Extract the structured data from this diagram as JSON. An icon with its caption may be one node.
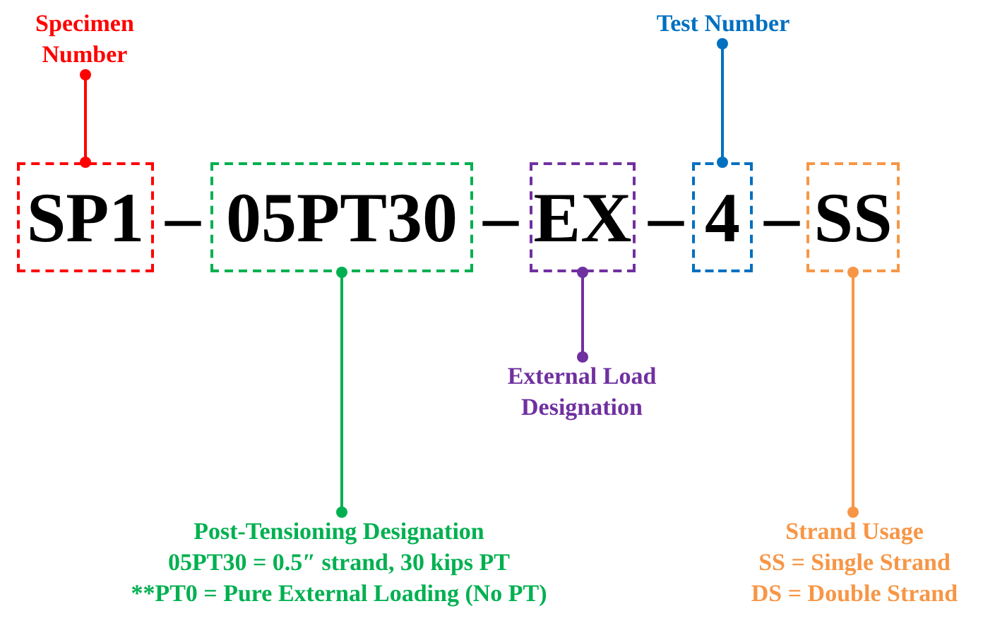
{
  "diagram": {
    "nodes": [
      {
        "text": [
          "Specimen Number"
        ]
      },
      {
        "text": [
          "Test Number"
        ]
      },
      {
        "text": [
          "SP1"
        ]
      },
      {
        "text": [
          "05PT30"
        ]
      },
      {
        "text": [
          "EX"
        ]
      },
      {
        "text": [
          "4"
        ]
      },
      {
        "text": [
          "SS"
        ]
      },
      {
        "text": [
          "External Load Designation"
        ]
      },
      {
        "text": [
          "Post-Tensioning Designation",
          "05PT30 = 0.5″ strand, 30 kips PT",
          "**PT0 = Pure External Loading (No PT)"
        ]
      },
      {
        "text": [
          "Strand Usage",
          "SS = Single Strand",
          "DS = Double Strand"
        ]
      }
    ],
    "edges": [
      {
        "from": 0,
        "to": 2,
        "arrow": "other",
        "color": "#ff0000"
      },
      {
        "from": 1,
        "to": 5,
        "arrow": "other",
        "color": "#0070c0"
      },
      {
        "from": 7,
        "to": 4,
        "arrow": "other",
        "color": "#7030a0"
      },
      {
        "from": 8,
        "to": 3,
        "arrow": "other",
        "color": "#00b050"
      },
      {
        "from": 9,
        "to": 6,
        "arrow": "other",
        "color": "#f79646"
      }
    ],
    "labels": [
      "–",
      "–",
      "–",
      "–"
    ]
  }
}
